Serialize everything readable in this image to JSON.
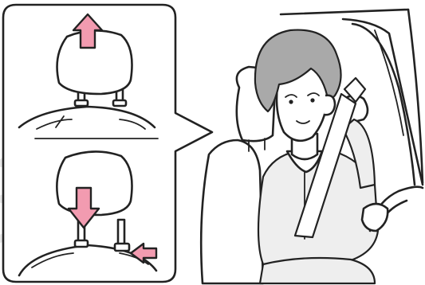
{
  "figure": {
    "icons": {
      "raise_arrow": "pink-up-arrow",
      "lower_arrow": "pink-down-arrow",
      "release_button_arrow": "pink-side-arrow"
    },
    "colors": {
      "arrow_fill": "#f29bb0",
      "outline": "#222222",
      "hair": "#a9a9a9"
    }
  }
}
